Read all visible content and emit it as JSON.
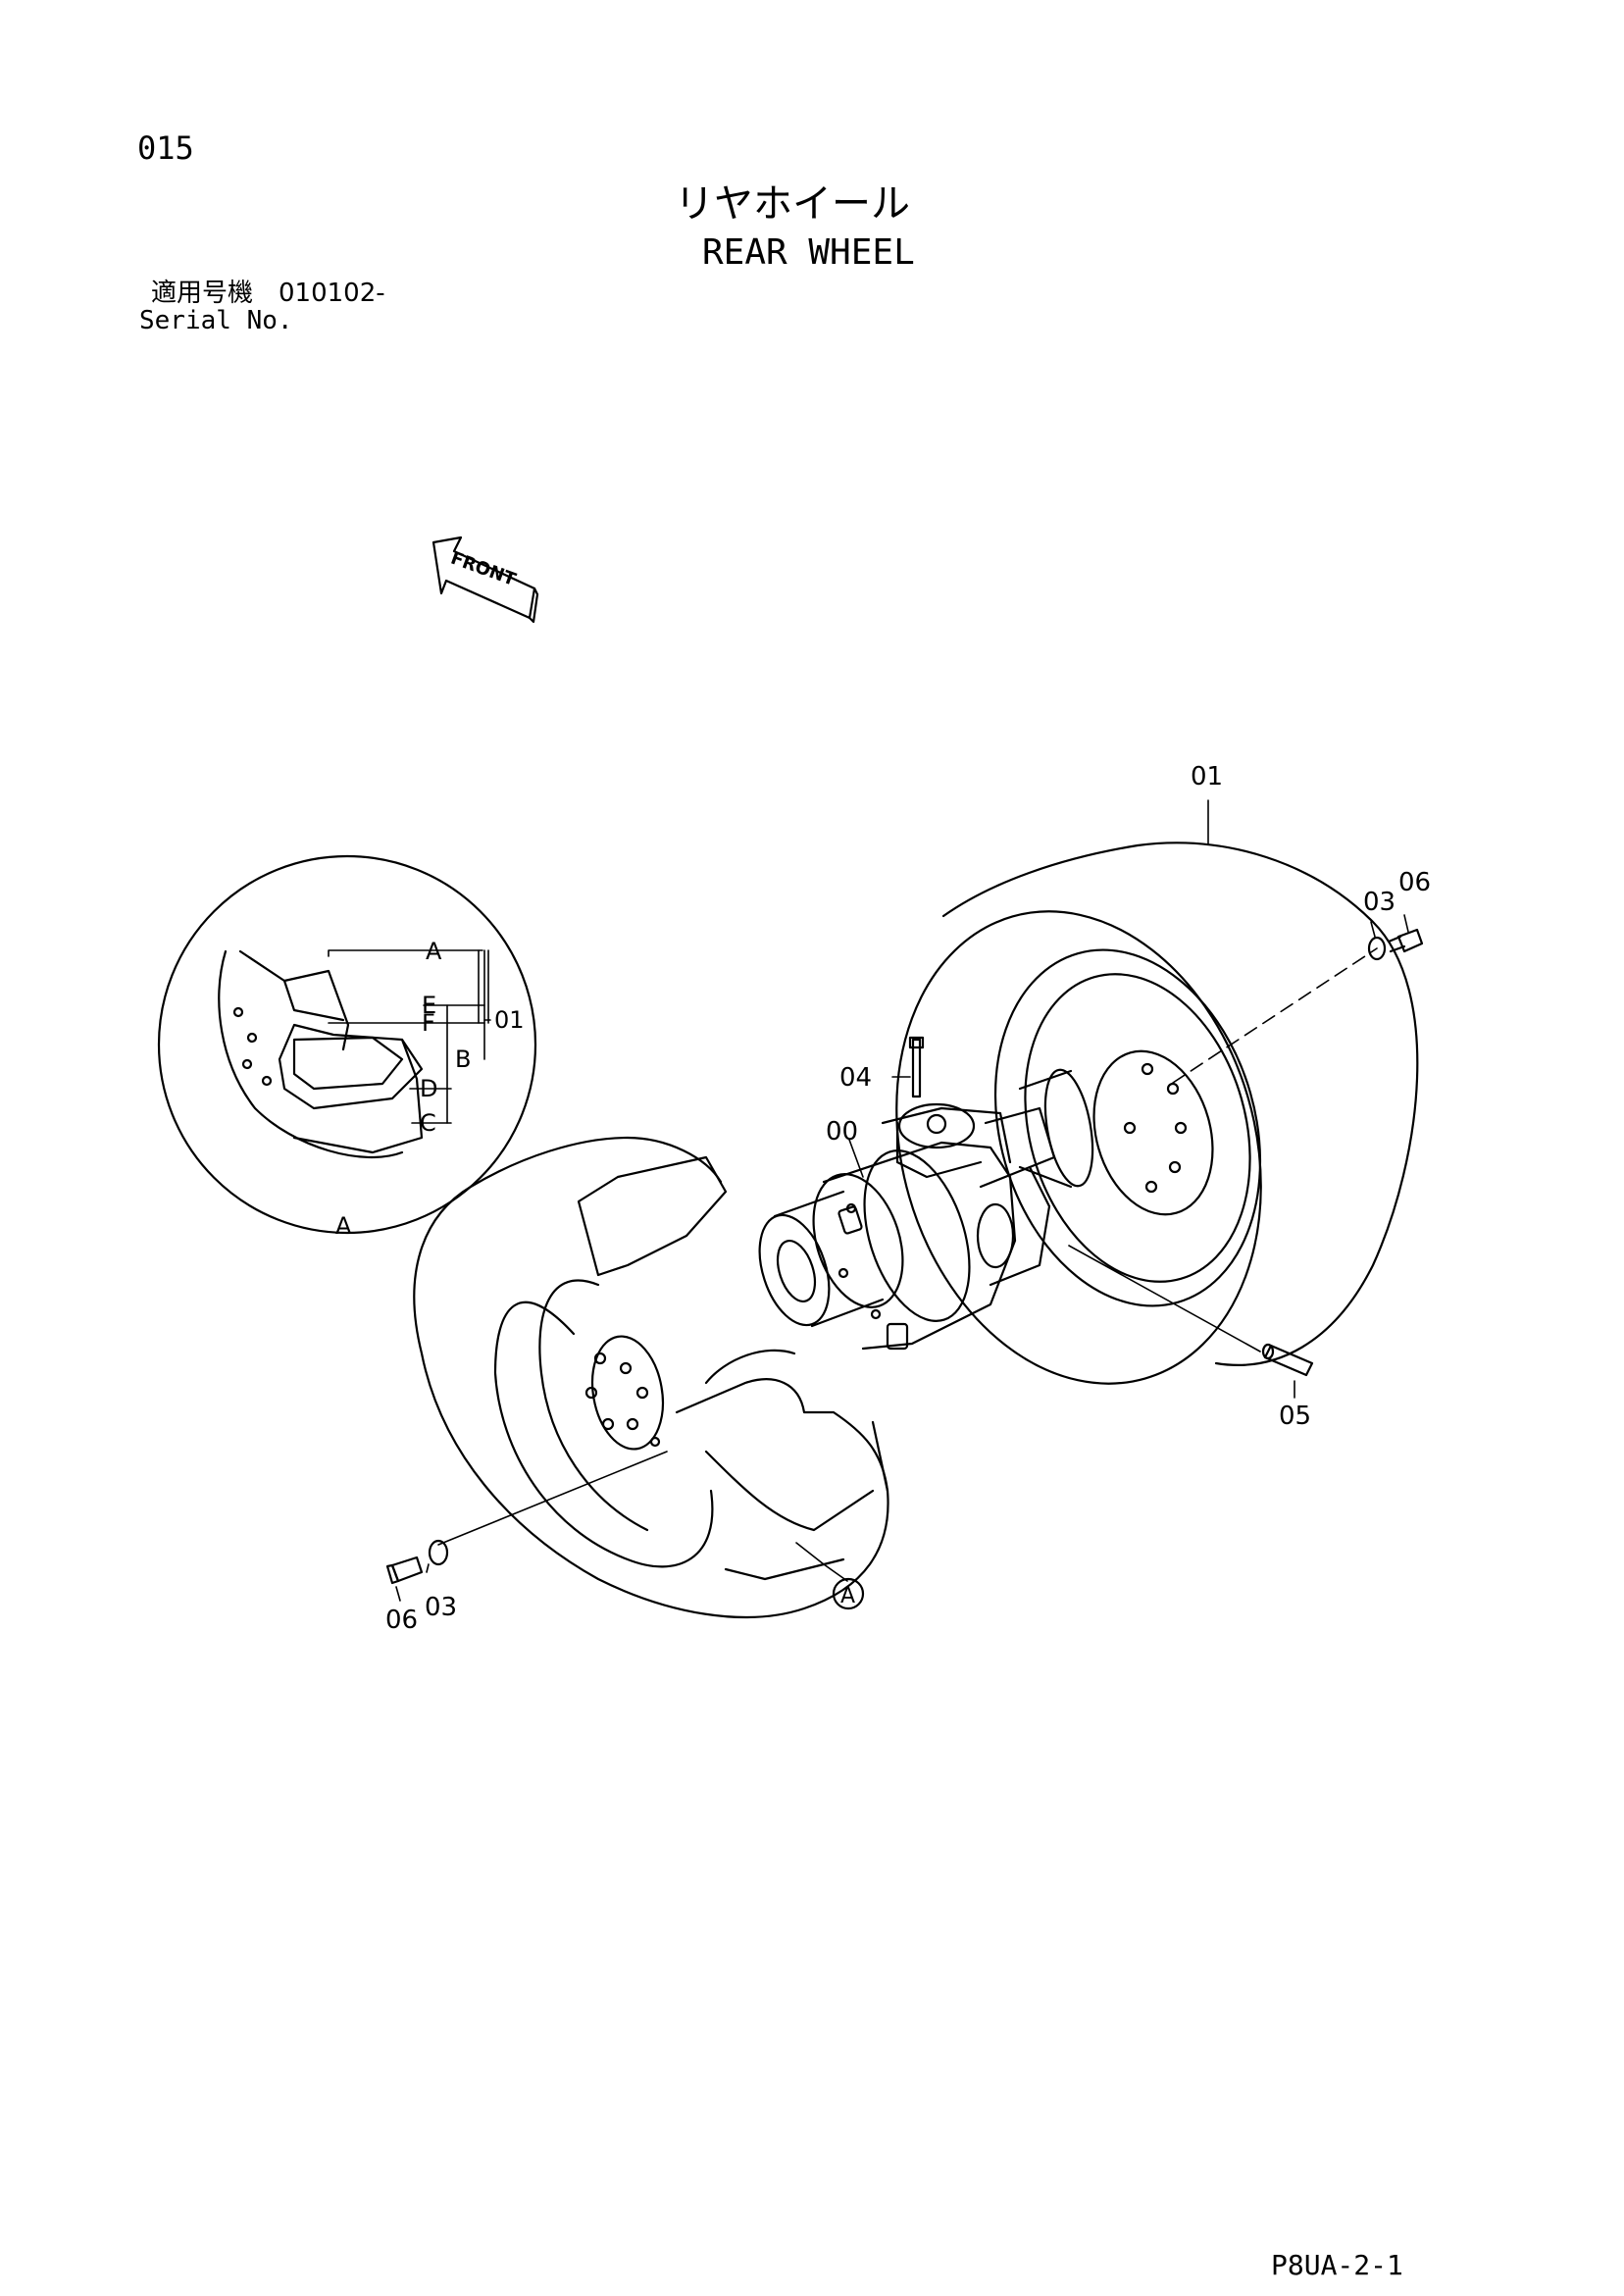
{
  "page_number": "015",
  "title_jp": "リヤホイール",
  "title_en": "REAR WHEEL",
  "serial_jp": "適用号機　010102-",
  "serial_en": "Serial No.",
  "footer_code": "P8UA-2-1",
  "front_label": "FRONT",
  "callouts": {
    "wheel_right": "01",
    "washer_right": "03",
    "bolt_right": "06",
    "bolt_top": "04",
    "motor": "00",
    "pin": "05",
    "bolt_left": "06",
    "washer_left": "03",
    "detail_ref": "A"
  },
  "detail_labels": {
    "a_top": "A",
    "e": "E",
    "f": "F",
    "b": "B",
    "d": "D",
    "c": "C",
    "part_01": "01",
    "a_bottom": "A"
  }
}
